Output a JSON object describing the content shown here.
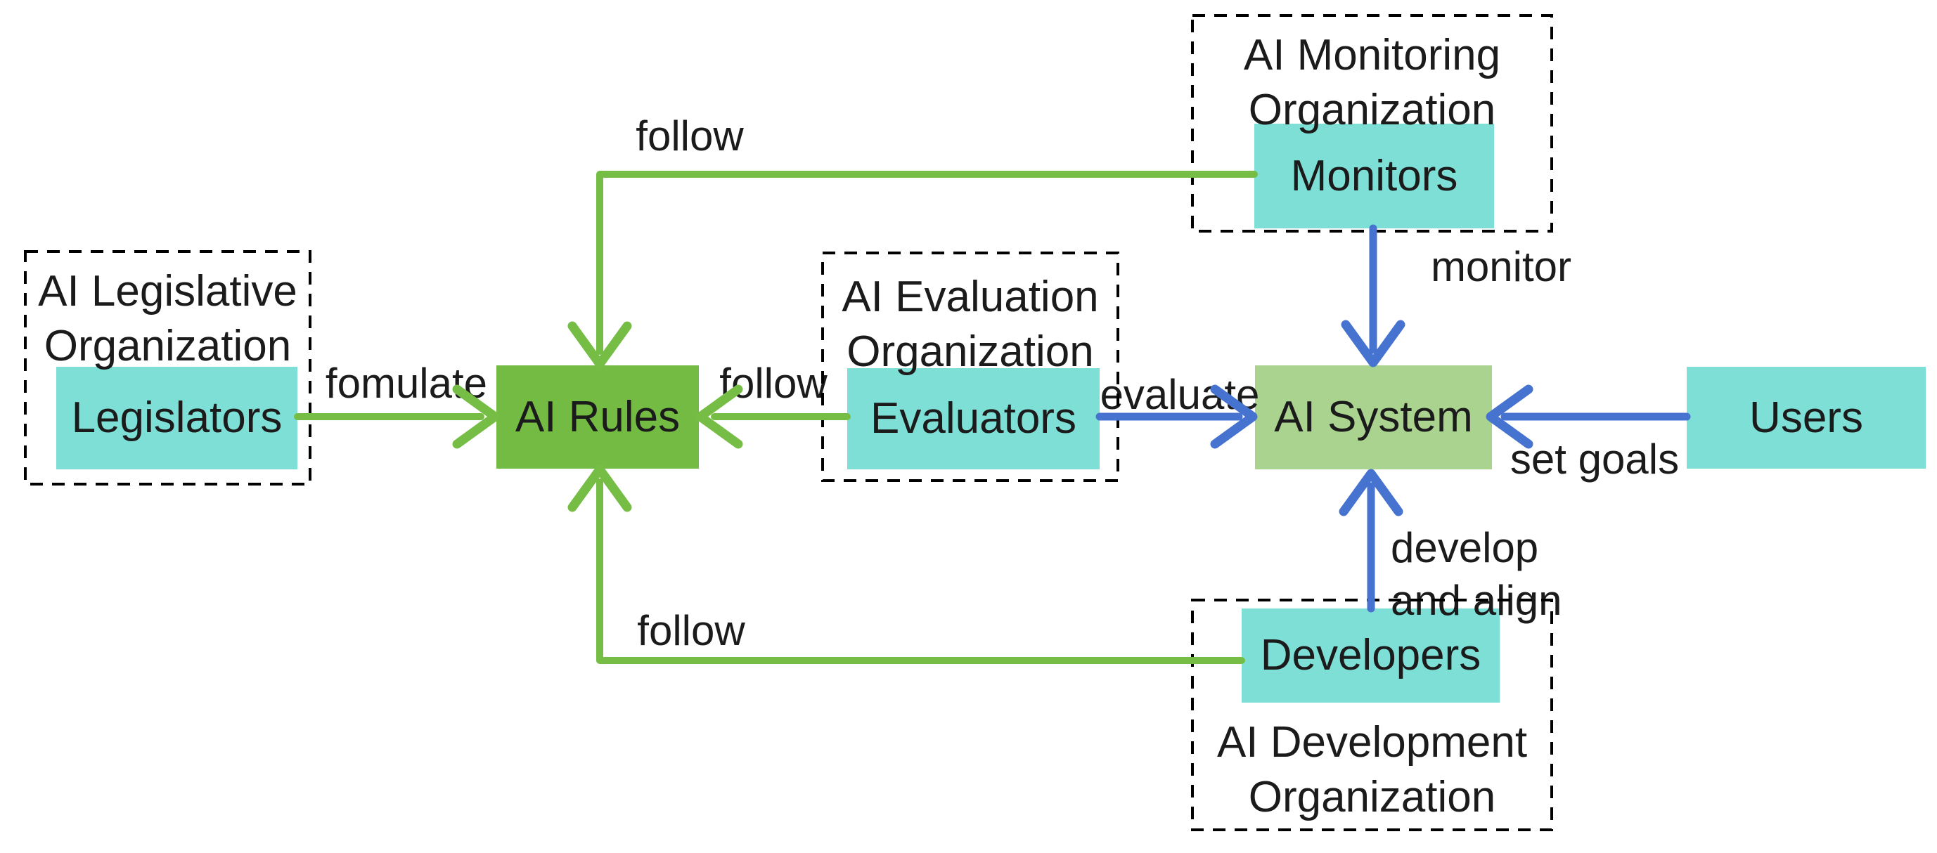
{
  "diagram": {
    "type": "flow-diagram",
    "colors": {
      "background": "#ffffff",
      "actor_box_fill": "#7edfd7",
      "ai_rules_fill": "#73bb42",
      "ai_system_fill": "#aad390",
      "green_arrow": "#76bd45",
      "blue_arrow": "#4673cf",
      "dashed_border": "#000000",
      "text": "#1b1b1b"
    },
    "organizations": [
      {
        "id": "legislative",
        "line1": "AI Legislative",
        "line2": "Organization",
        "contains": "Legislators"
      },
      {
        "id": "evaluation",
        "line1": "AI Evaluation",
        "line2": "Organization",
        "contains": "Evaluators"
      },
      {
        "id": "monitoring",
        "line1": "AI Monitoring",
        "line2": "Organization",
        "contains": "Monitors"
      },
      {
        "id": "development",
        "line1": "AI Development",
        "line2": "Organization",
        "contains": "Developers"
      }
    ],
    "nodes": [
      {
        "id": "legislators",
        "label": "Legislators"
      },
      {
        "id": "ai_rules",
        "label": "AI Rules"
      },
      {
        "id": "evaluators",
        "label": "Evaluators"
      },
      {
        "id": "monitors",
        "label": "Monitors"
      },
      {
        "id": "ai_system",
        "label": "AI System"
      },
      {
        "id": "users",
        "label": "Users"
      },
      {
        "id": "developers",
        "label": "Developers"
      }
    ],
    "edges": [
      {
        "id": "fomulate",
        "label": "fomulate",
        "from": "Legislators",
        "to": "AI Rules",
        "color": "green"
      },
      {
        "id": "follow_top",
        "label": "follow",
        "from": "Monitors",
        "to": "AI Rules",
        "color": "green"
      },
      {
        "id": "follow_mid",
        "label": "follow",
        "from": "Evaluators",
        "to": "AI Rules",
        "color": "green"
      },
      {
        "id": "follow_bottom",
        "label": "follow",
        "from": "Developers",
        "to": "AI Rules",
        "color": "green"
      },
      {
        "id": "evaluate",
        "label": "evaluate",
        "from": "Evaluators",
        "to": "AI System",
        "color": "blue"
      },
      {
        "id": "monitor",
        "label": "monitor",
        "from": "Monitors",
        "to": "AI System",
        "color": "blue"
      },
      {
        "id": "develop_align",
        "label": "develop and align",
        "label_lines": [
          "develop",
          "and align"
        ],
        "from": "Developers",
        "to": "AI System",
        "color": "blue"
      },
      {
        "id": "set_goals",
        "label": "set goals",
        "from": "Users",
        "to": "AI System",
        "color": "blue"
      }
    ]
  }
}
